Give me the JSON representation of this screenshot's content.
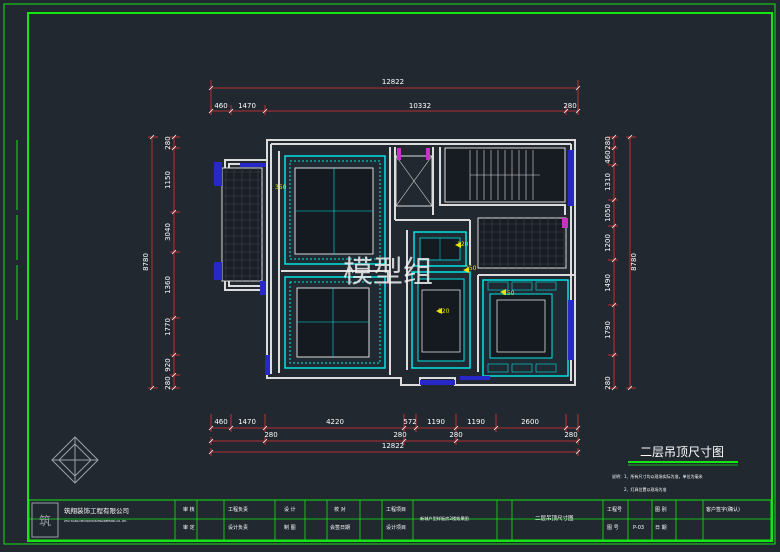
{
  "drawing": {
    "title": "二层吊顶尺寸图",
    "watermark": "模型组",
    "dims_top": {
      "overall": "12822",
      "segments": [
        "460",
        "1470",
        "10332",
        "280"
      ]
    },
    "dims_bottom": {
      "segments": [
        "460",
        "1470",
        "4220",
        "572",
        "1190",
        "1190",
        "2600"
      ],
      "sub": [
        "280",
        "280",
        "280",
        "280"
      ],
      "overall": "12822"
    },
    "dims_left": {
      "overall": "8780",
      "segments": [
        "280",
        "1150",
        "3040",
        "1360",
        "1770",
        "920",
        "280"
      ]
    },
    "dims_right": {
      "overall": "8780",
      "segments": [
        "280",
        "460",
        "1310",
        "1050",
        "1200",
        "1490",
        "1790",
        "280"
      ]
    },
    "room_labels": [
      "350",
      "120",
      "250",
      "250",
      "120"
    ],
    "notes": [
      "说明：1、所有尺寸均以现场实际为准，单位为毫米",
      "2、灯具位置以现场为准"
    ]
  },
  "title_block": {
    "company_cn": "筑翔装饰工程有限公司",
    "company_en": "ZHU XIANG DECORATION ENGINEERING CO.,LTD",
    "cells_row1": [
      "审 核",
      "工程负责",
      "设 计",
      "校 对",
      "工程项目",
      "新城户型样板房2楼效果图",
      "二层吊顶尺寸图",
      "工程号",
      "图 别",
      "客户签字(确认)"
    ],
    "cells_row2": [
      "审 定",
      "设计负责",
      "制 图",
      "会签日期",
      "设计项目",
      "图 号",
      "P-03",
      "日 期"
    ]
  },
  "colors": {
    "background": "#212830",
    "frame": "#14e614",
    "wall": "#dcdcdc",
    "cyan": "#00e5e5",
    "dim": "#e63232",
    "blue": "#2828c8",
    "yellow": "#e6e600",
    "magenta": "#c832c8"
  }
}
